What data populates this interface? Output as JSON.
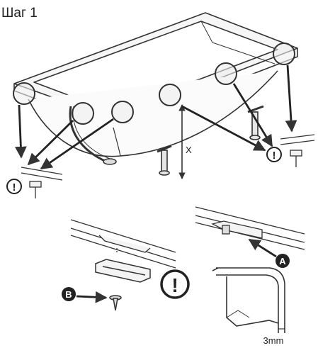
{
  "title": "Шаг 1",
  "labels": {
    "dimension_x": "X",
    "callout_a": "A",
    "callout_b": "B",
    "gap": "3mm",
    "warning_symbol": "!"
  },
  "colors": {
    "line": "#333333",
    "fill_light": "#f2f2f2",
    "callout_bg": "#222222",
    "callout_fg": "#ffffff"
  }
}
